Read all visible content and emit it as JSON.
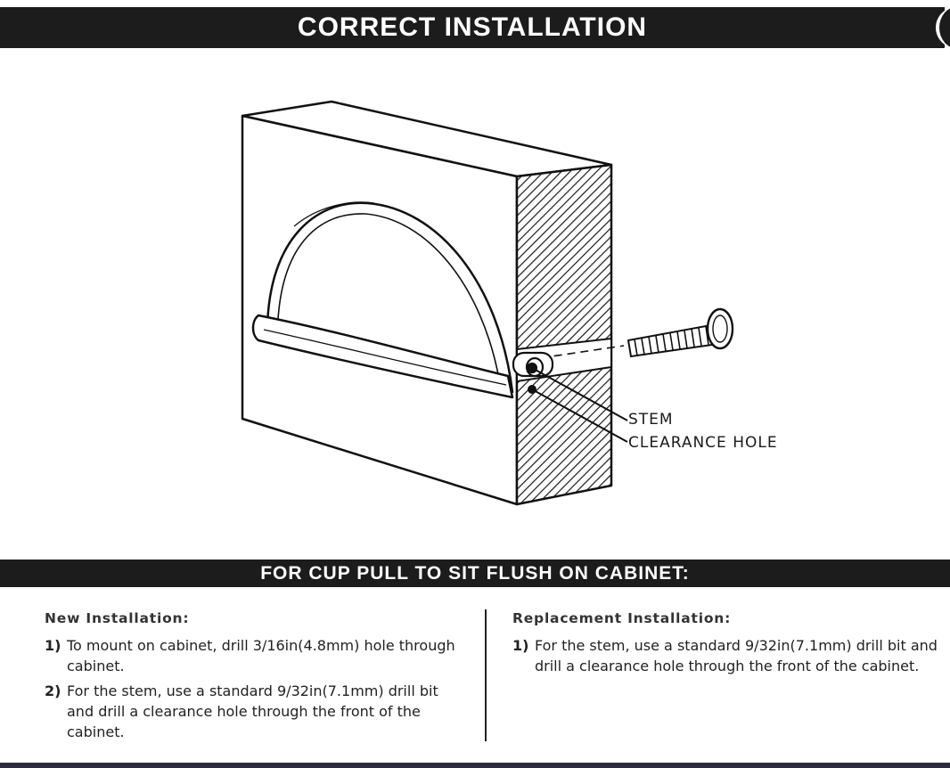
{
  "header": {
    "title": "CORRECT INSTALLATION"
  },
  "diagram": {
    "callouts": {
      "stem": "STEM",
      "clearance_hole": "CLEARANCE HOLE"
    }
  },
  "subheader": {
    "title": "FOR CUP PULL TO SIT FLUSH ON CABINET:"
  },
  "new_installation": {
    "heading": "New Installation:",
    "steps": [
      {
        "num": "1)",
        "text": "To mount on cabinet, drill 3/16in(4.8mm) hole through cabinet."
      },
      {
        "num": "2)",
        "text": "For the stem, use a standard 9/32in(7.1mm) drill bit and drill a clearance hole through the front of the cabinet."
      }
    ]
  },
  "replacement_installation": {
    "heading": "Replacement Installation:",
    "steps": [
      {
        "num": "1)",
        "text": "For the stem, use a standard 9/32in(7.1mm) drill bit and drill a clearance hole through the front of the cabinet."
      }
    ]
  }
}
